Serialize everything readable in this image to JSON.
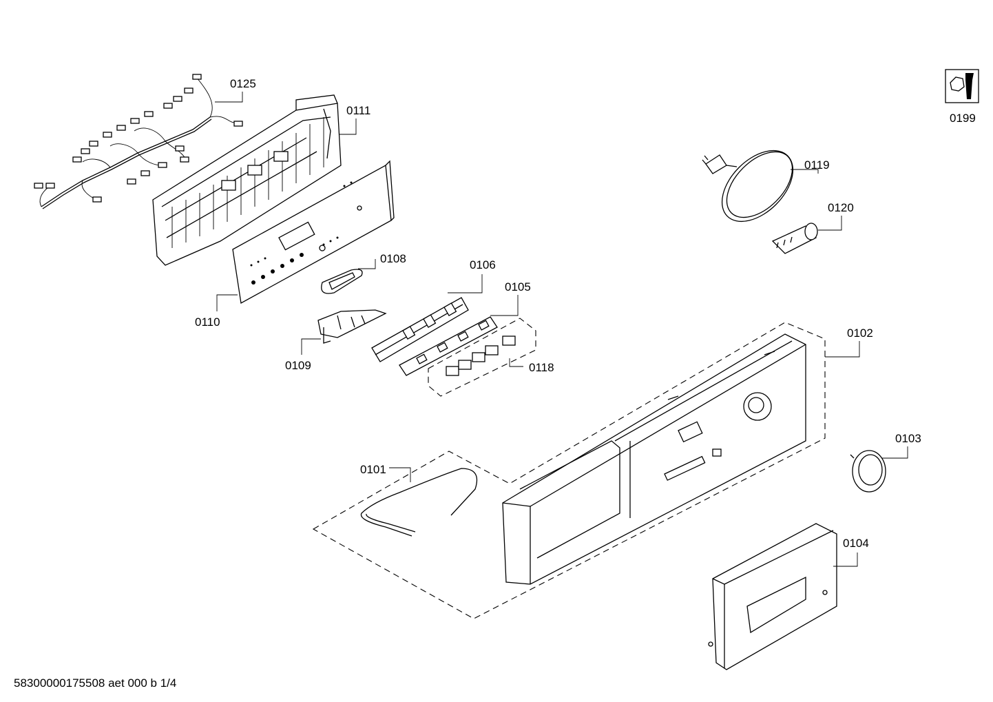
{
  "parts": [
    {
      "id": "p0125",
      "label": "0125"
    },
    {
      "id": "p0111",
      "label": "0111"
    },
    {
      "id": "p0110",
      "label": "0110"
    },
    {
      "id": "p0108",
      "label": "0108"
    },
    {
      "id": "p0109",
      "label": "0109"
    },
    {
      "id": "p0106",
      "label": "0106"
    },
    {
      "id": "p0105",
      "label": "0105"
    },
    {
      "id": "p0118",
      "label": "0118"
    },
    {
      "id": "p0102",
      "label": "0102"
    },
    {
      "id": "p0103",
      "label": "0103"
    },
    {
      "id": "p0101",
      "label": "0101"
    },
    {
      "id": "p0104",
      "label": "0104"
    },
    {
      "id": "p0119",
      "label": "0119"
    },
    {
      "id": "p0120",
      "label": "0120"
    },
    {
      "id": "p0199",
      "label": "0199"
    }
  ],
  "footer": "58300000175508 aet 000 b 1/4",
  "tool_icon": "wrench-nut-icon"
}
